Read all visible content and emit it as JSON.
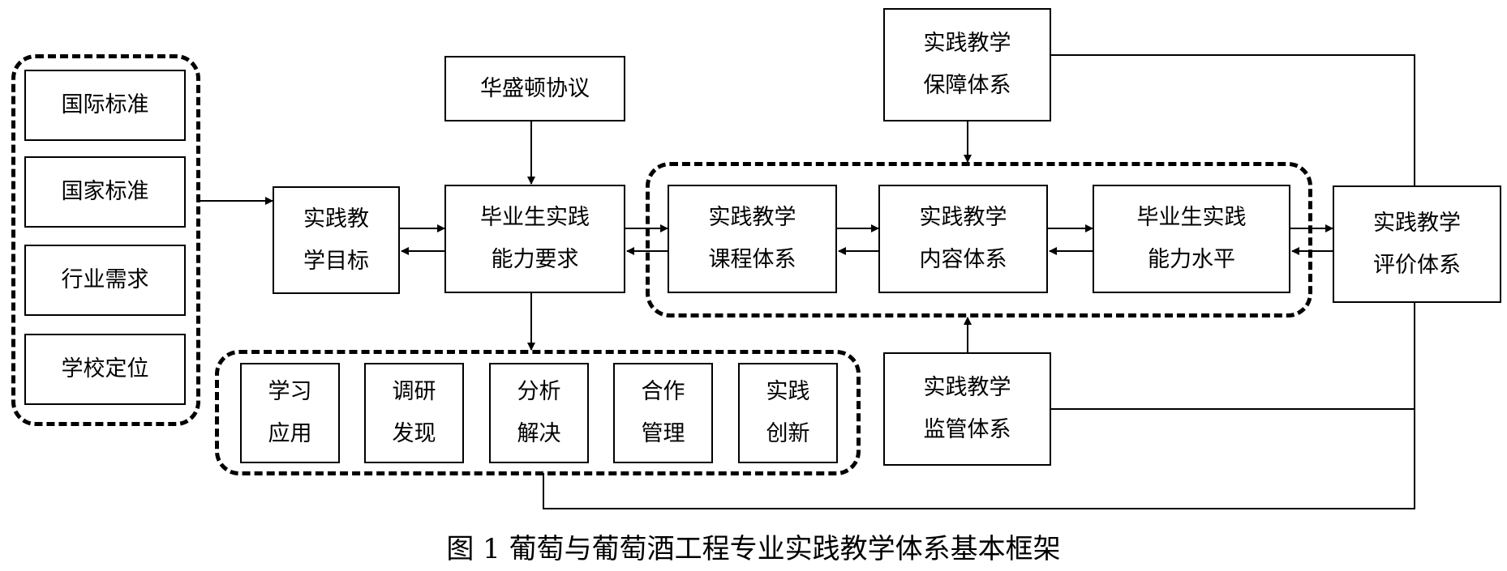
{
  "left_group": {
    "items": [
      "国际标准",
      "国家标准",
      "行业需求",
      "学校定位"
    ]
  },
  "objective_box": {
    "line1": "实践教",
    "line2": "学目标"
  },
  "washington_box": {
    "label": "华盛顿协议"
  },
  "requirement_box": {
    "line1": "毕业生实践",
    "line2": "能力要求"
  },
  "guarantee_box": {
    "line1": "实践教学",
    "line2": "保障体系"
  },
  "curriculum_box": {
    "line1": "实践教学",
    "line2": "课程体系"
  },
  "content_box": {
    "line1": "实践教学",
    "line2": "内容体系"
  },
  "level_box": {
    "line1": "毕业生实践",
    "line2": "能力水平"
  },
  "evaluation_box": {
    "line1": "实践教学",
    "line2": "评价体系"
  },
  "supervision_box": {
    "line1": "实践教学",
    "line2": "监管体系"
  },
  "abilities": [
    {
      "line1": "学习",
      "line2": "应用"
    },
    {
      "line1": "调研",
      "line2": "发现"
    },
    {
      "line1": "分析",
      "line2": "解决"
    },
    {
      "line1": "合作",
      "line2": "管理"
    },
    {
      "line1": "实践",
      "line2": "创新"
    }
  ],
  "caption": "图 1  葡萄与葡萄酒工程专业实践教学体系基本框架"
}
